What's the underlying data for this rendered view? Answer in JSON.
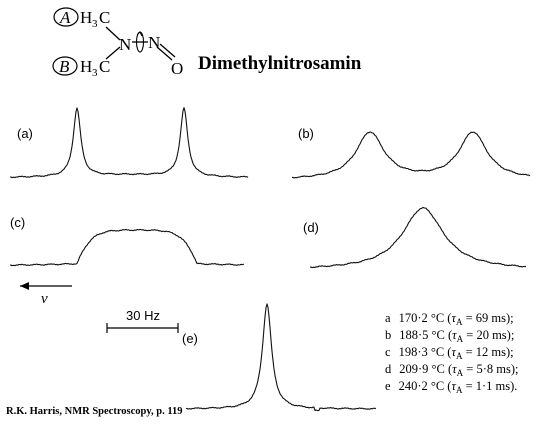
{
  "molecule": {
    "atom_label_a": "A",
    "atom_label_b": "B",
    "methyl_a": "H",
    "methyl_a_sub": "3",
    "methyl_a_c": "C",
    "methyl_b": "H",
    "methyl_b_sub": "3",
    "methyl_b_c": "C",
    "nitrogen_1": "N",
    "nitrogen_2": "N",
    "oxygen": "O",
    "name": "Dimethylnitrosamin"
  },
  "panels": [
    {
      "label": "(a)",
      "shape": "two sharp peaks"
    },
    {
      "label": "(b)",
      "shape": "two broadened peaks"
    },
    {
      "label": "(c)",
      "shape": "coalesced plateau"
    },
    {
      "label": "(d)",
      "shape": "single broad peak"
    },
    {
      "label": "(e)",
      "shape": "single sharp peak"
    }
  ],
  "axis": {
    "nu_symbol": "ν",
    "scale_label": "30 Hz"
  },
  "legend": [
    {
      "letter": "a",
      "temp": "170·2 °C (",
      "tau": "τ",
      "sub": "A",
      "value": " = 69 ms);"
    },
    {
      "letter": "b",
      "temp": "188·5 °C (",
      "tau": "τ",
      "sub": "A",
      "value": " = 20 ms);"
    },
    {
      "letter": "c",
      "temp": "198·3 °C (",
      "tau": "τ",
      "sub": "A",
      "value": " = 12 ms);"
    },
    {
      "letter": "d",
      "temp": "209·9 °C (",
      "tau": "τ",
      "sub": "A",
      "value": " = 5·8 ms);"
    },
    {
      "letter": "e",
      "temp": "240·2 °C (",
      "tau": "τ",
      "sub": "A",
      "value": " = 1·1 ms)."
    }
  ],
  "citation": "R.K. Harris, NMR Spectroscopy, p. 119"
}
